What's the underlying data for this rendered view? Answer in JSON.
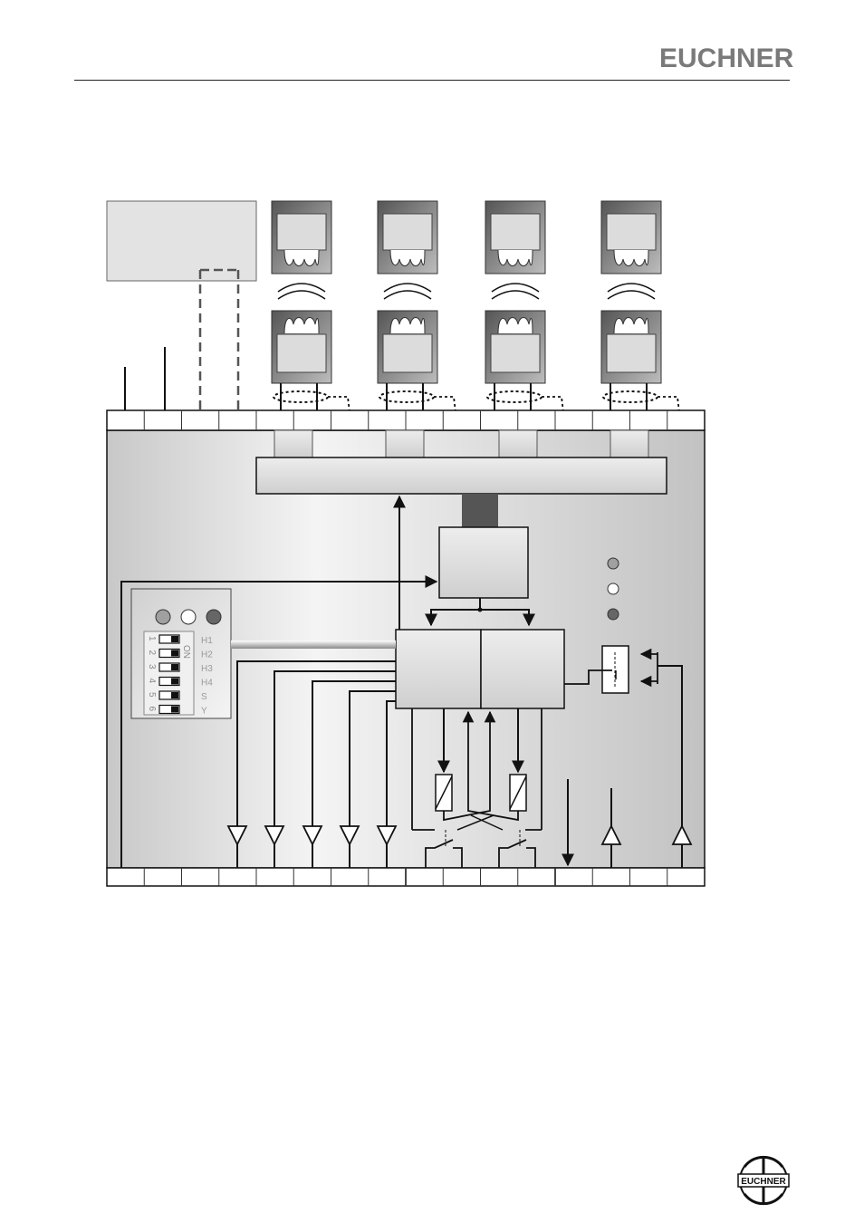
{
  "brand": {
    "name": "EUCHNER",
    "footer_logo_text": "EUCHNER"
  },
  "colors": {
    "brand_gray": "#7a7a7a",
    "led_gray": "#a0a0a0",
    "led_white": "#ffffff",
    "led_dark": "#666666"
  },
  "diagram": {
    "dip_switches": [
      {
        "number": "1",
        "label": "H1"
      },
      {
        "number": "2",
        "label": "H2"
      },
      {
        "number": "3",
        "label": "H3"
      },
      {
        "number": "4",
        "label": "H4"
      },
      {
        "number": "5",
        "label": "S"
      },
      {
        "number": "6",
        "label": "Y"
      }
    ],
    "dip_on_label": "ON"
  }
}
